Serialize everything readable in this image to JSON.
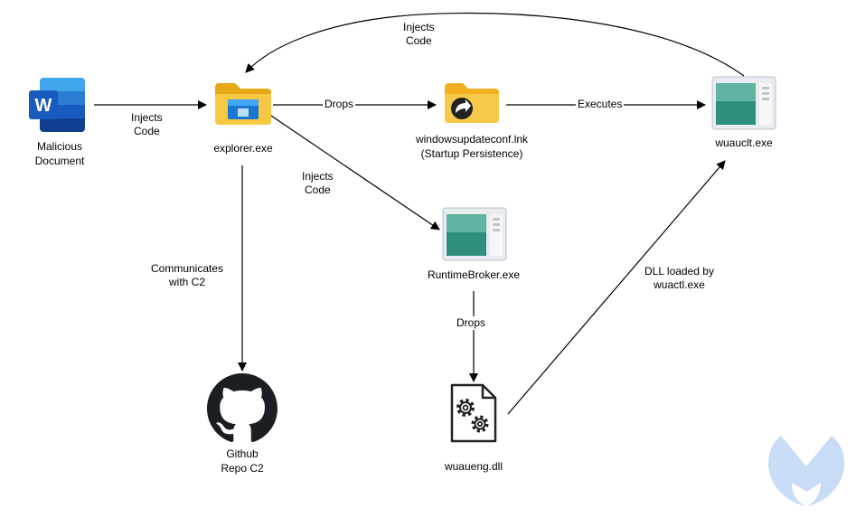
{
  "nodes": {
    "malicious_document": {
      "line1": "Malicious",
      "line2": "Document",
      "icon": "word-document-icon"
    },
    "explorer": {
      "label": "explorer.exe",
      "icon": "file-explorer-icon"
    },
    "startup_lnk": {
      "line1": "windowsupdateconf.lnk",
      "line2": "(Startup Persistence)",
      "icon": "shortcut-folder-icon"
    },
    "wuauclt": {
      "label": "wuauclt.exe",
      "icon": "application-window-icon"
    },
    "runtime_broker": {
      "label": "RuntimeBroker.exe",
      "icon": "application-window-icon"
    },
    "github": {
      "line1": "Github",
      "line2": "Repo C2",
      "icon": "github-icon"
    },
    "wuaueng": {
      "label": "wuaueng.dll",
      "icon": "dll-file-gears-icon"
    }
  },
  "edges": {
    "doc_to_explorer": {
      "line1": "Injects",
      "line2": "Code"
    },
    "explorer_to_lnk": {
      "label": "Drops"
    },
    "lnk_to_wuauclt": {
      "label": "Executes"
    },
    "wuauclt_to_explorer": {
      "line1": "Injects",
      "line2": "Code"
    },
    "explorer_to_runtime": {
      "line1": "Injects",
      "line2": "Code"
    },
    "explorer_to_github": {
      "line1": "Communicates",
      "line2": "with C2"
    },
    "runtime_to_dll": {
      "label": "Drops"
    },
    "dll_to_wuauclt": {
      "line1": "DLL loaded by",
      "line2": "wuactl.exe"
    }
  },
  "colors": {
    "word_blue": "#2b579a",
    "folder_yellow": "#f5c13b",
    "explorer_blue": "#1976d2",
    "github_black": "#1b1f23",
    "malwarebytes_blue": "#c8dcf5"
  },
  "watermark": {
    "icon": "malwarebytes-logo-icon"
  }
}
